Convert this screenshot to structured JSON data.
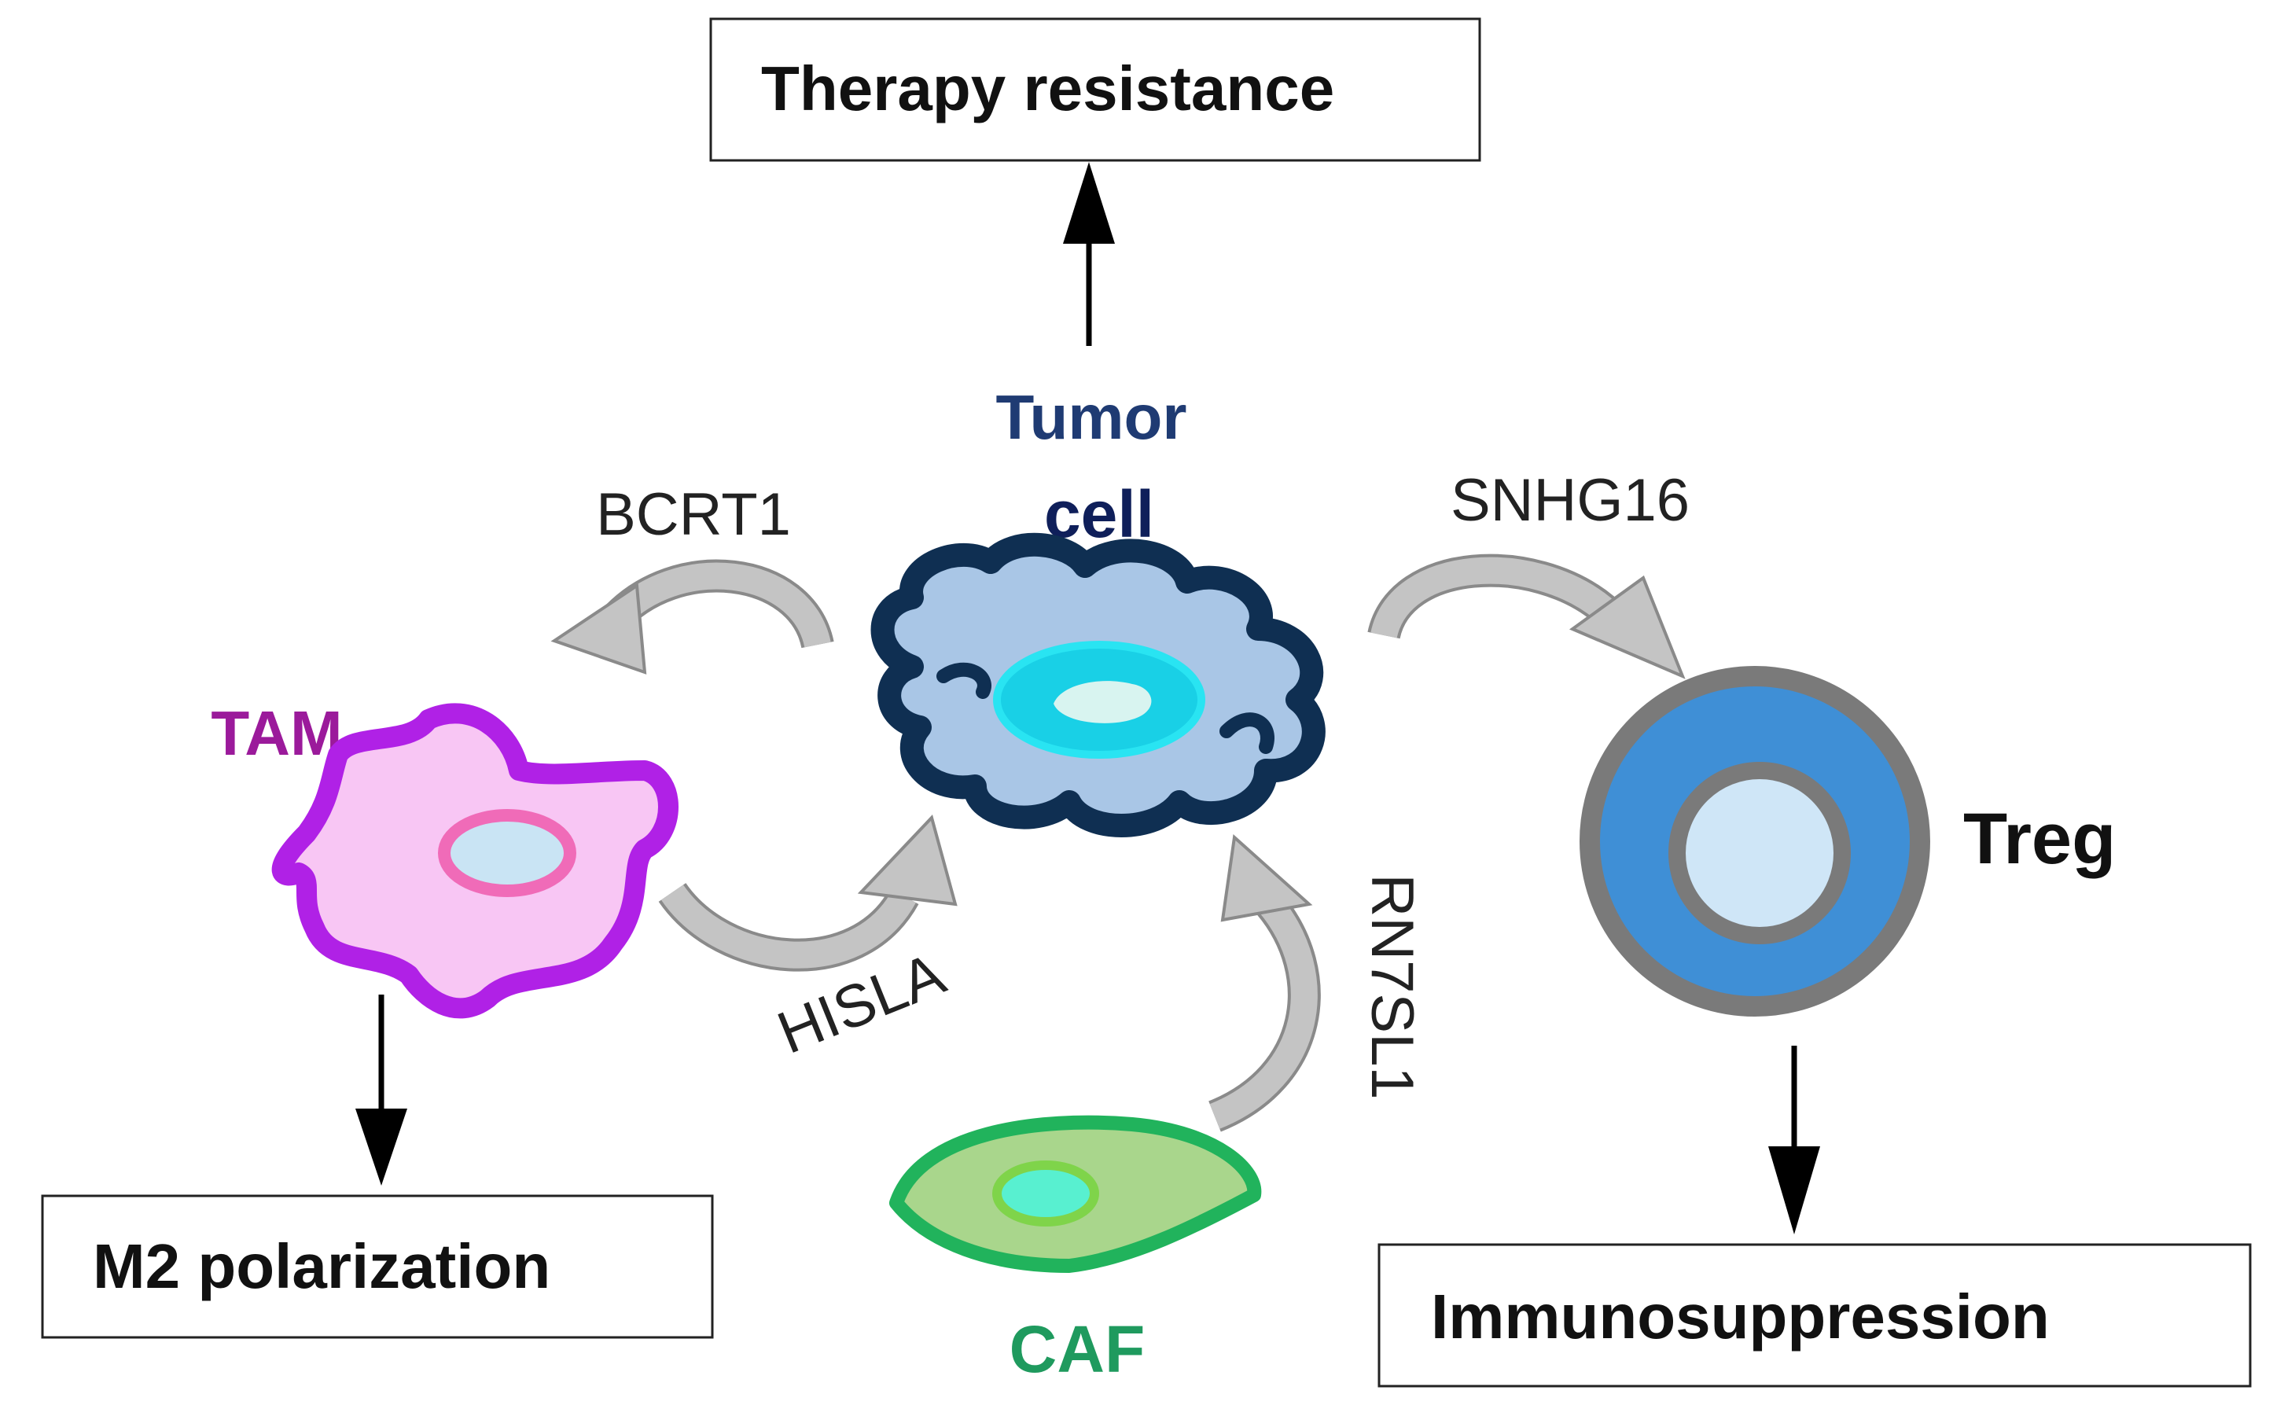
{
  "outcomes": {
    "therapy_resistance": "Therapy resistance",
    "m2_polarization": "M2 polarization",
    "immunosuppression": "Immunosuppression"
  },
  "cells": {
    "tumor_line1": "Tumor",
    "tumor_line2": "cell",
    "tam": "TAM",
    "treg": "Treg",
    "caf": "CAF"
  },
  "lncrnas": {
    "bcrt1": "BCRT1",
    "snhg16": "SNHG16",
    "hisla": "HISLA",
    "rn7sl1": "RN7SL1"
  },
  "colors": {
    "tumor_label": "#1f3b73",
    "tumor_outline": "#0f2f52",
    "tumor_body": "#a9c6e6",
    "tumor_nucleus": "#19d0e6",
    "tam_label": "#9b1a9b",
    "tam_outline": "#b021e6",
    "tam_body": "#f8c6f4",
    "tam_nucleus_ring": "#f06bb8",
    "treg_ring": "#7a7a7a",
    "treg_body": "#3f8fd6",
    "treg_nucleus": "#cfe6f7",
    "caf_label": "#1f9a5e",
    "caf_outline": "#21b35c",
    "caf_body": "#a9d68c",
    "caf_nucleus": "#58f0d0",
    "curved_arrow": "#b5b5b5",
    "black_arrow": "#000000"
  }
}
